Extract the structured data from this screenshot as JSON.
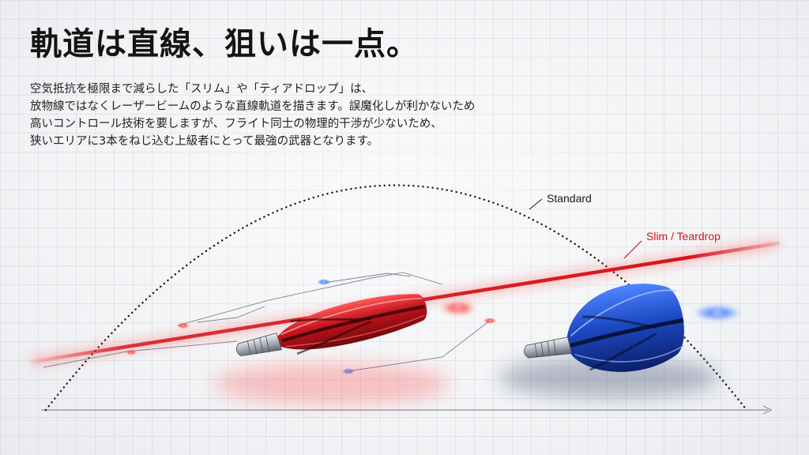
{
  "headline": "軌道は直線、狙いは一点。",
  "body_lines": [
    "空気抵抗を極限まで減らした「スリム」や「ティアドロップ」は、",
    "放物線ではなくレーザービームのような直線軌道を描きます。誤魔化しが利かないため",
    "高いコントロール技術を要しますが、フライト同士の物理的干渉が少ないため、",
    "狭いエリアに3本をねじ込む上級者にとって最強の武器となります。"
  ],
  "diagram": {
    "standard_label": "Standard",
    "slim_label": "Slim / Teardrop",
    "colors": {
      "laser": "#d7141a",
      "red_dart": "#c8141c",
      "blue_dart": "#1e4fc8",
      "parabola": "#1a1a1a",
      "axis": "#8a8f98"
    },
    "darts": [
      {
        "name": "red-slim-dart",
        "flight_shape": "slim",
        "color": "red"
      },
      {
        "name": "blue-teardrop-dart",
        "flight_shape": "teardrop",
        "color": "blue"
      }
    ]
  }
}
